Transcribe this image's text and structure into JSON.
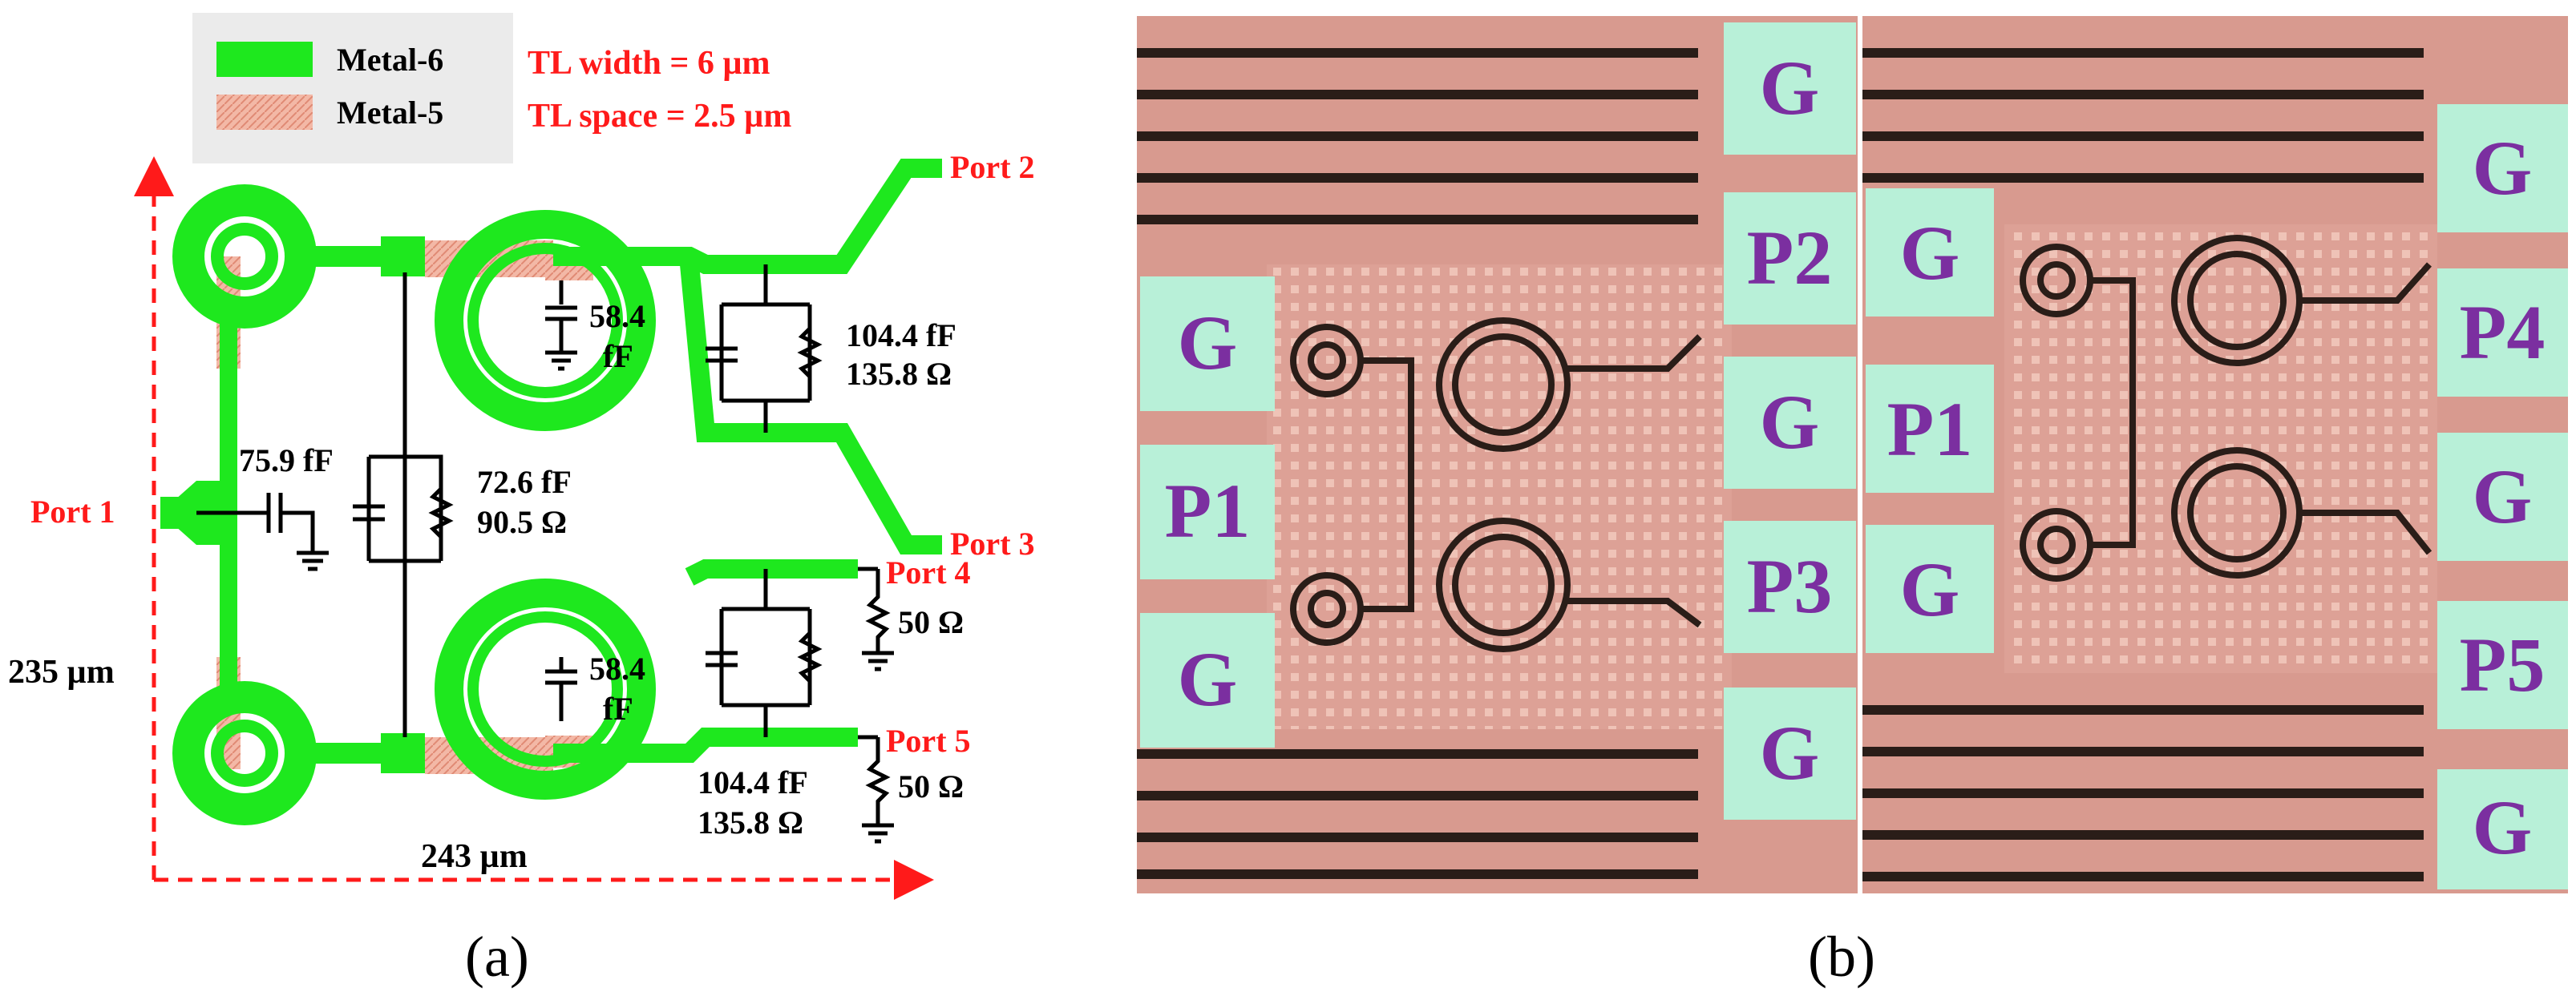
{
  "legend": {
    "items": [
      {
        "label": "Metal-6",
        "color": "#1ee81e"
      },
      {
        "label": "Metal-5",
        "color": "#f3b8a6"
      }
    ],
    "specs": [
      "TL width = 6 µm",
      "TL space = 2.5 µm"
    ]
  },
  "ports": {
    "port1": "Port 1",
    "port2": "Port 2",
    "port3": "Port 3",
    "port4": "Port 4",
    "port5": "Port 5"
  },
  "components": {
    "c_input": "75.9 fF",
    "c_mid_a": "72.6 fF",
    "r_mid_a": "90.5 Ω",
    "c_top_a": "58.4",
    "c_top_b": "fF",
    "c_bot_a": "58.4",
    "c_bot_b": "fF",
    "rc_top_c": "104.4 fF",
    "rc_top_r": "135.8 Ω",
    "rc_bot_c": "104.4 fF",
    "rc_bot_r": "135.8 Ω",
    "term4": "50 Ω",
    "term5": "50 Ω"
  },
  "dimensions": {
    "height": "235 µm",
    "width": "243 µm"
  },
  "pads_left_chip": [
    "G",
    "P1",
    "G"
  ],
  "pads_mid_chip": [
    "G",
    "P2",
    "G",
    "P3",
    "G"
  ],
  "pads_right_left": [
    "G",
    "P1",
    "G"
  ],
  "pads_right_chip": [
    "G",
    "P4",
    "G",
    "P5",
    "G"
  ],
  "captions": {
    "a": "(a)",
    "b": "(b)"
  },
  "colors": {
    "metal6": "#1ee81e",
    "metal5": "#f3b8a6",
    "arrow": "#ff1a1a",
    "pad": "#b8f0d8",
    "pad_text": "#7b2fa0",
    "substrate": "#e2a79d"
  }
}
